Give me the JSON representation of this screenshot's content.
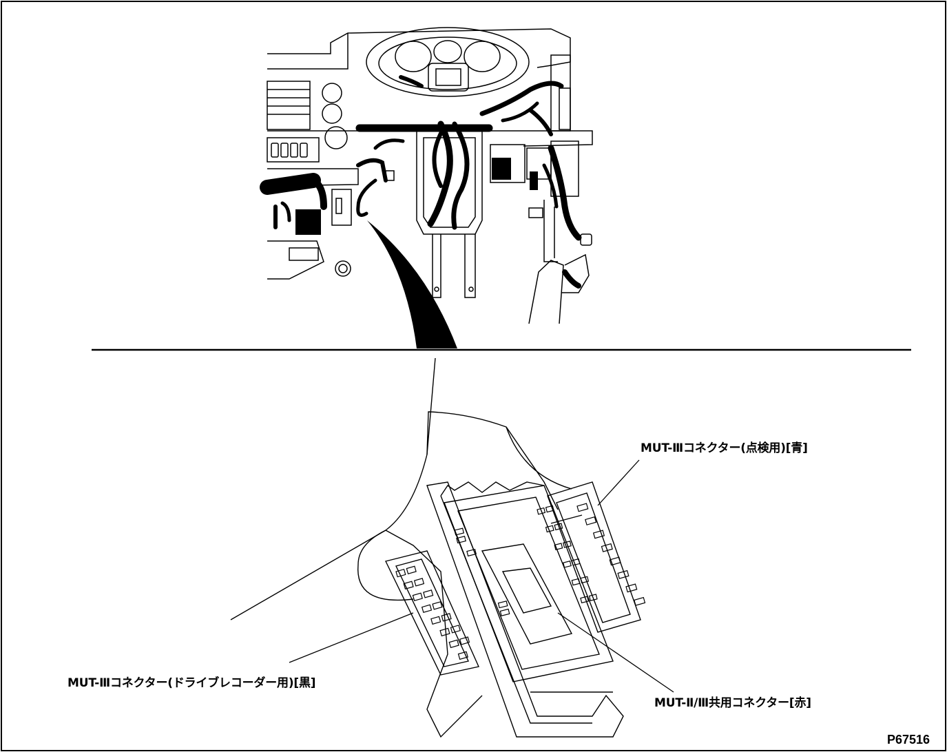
{
  "figure": {
    "code": "P67516"
  },
  "callouts": {
    "inspection_connector": "MUT-Ⅲコネクター(点検用)[青]",
    "recorder_connector": "MUT-Ⅲコネクター(ドライブレコーダー用)[黒]",
    "shared_connector": "MUT-Ⅱ/Ⅲ共用コネクター[赤]"
  },
  "colors": {
    "line": "#000000",
    "background": "#ffffff"
  }
}
